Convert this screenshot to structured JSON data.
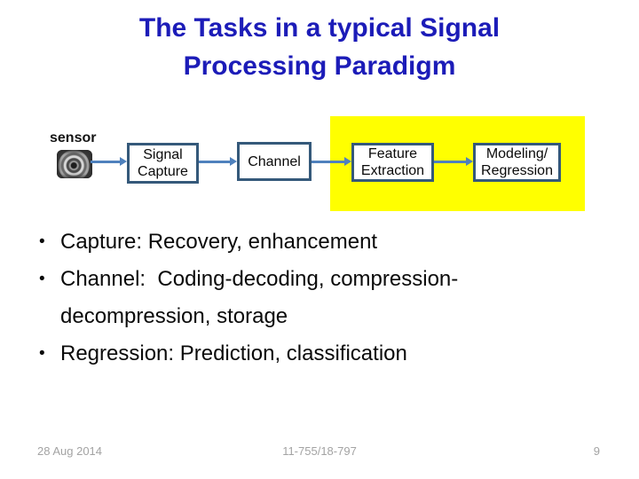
{
  "title": {
    "line1": "The Tasks in a typical Signal",
    "line2": "Processing Paradigm"
  },
  "diagram": {
    "sensor_label": "sensor",
    "nodes": {
      "signal_capture": {
        "line1": "Signal",
        "line2": "Capture"
      },
      "channel": {
        "label": "Channel"
      },
      "feature_extraction": {
        "line1": "Feature",
        "line2": "Extraction"
      },
      "modeling_regression": {
        "line1": "Modeling/",
        "line2": "Regression"
      }
    }
  },
  "bullets": [
    {
      "lines": [
        "Capture: Recovery, enhancement"
      ]
    },
    {
      "lines": [
        "Channel:  Coding-decoding, compression-",
        "decompression, storage"
      ]
    },
    {
      "lines": [
        "Regression: Prediction, classification"
      ]
    }
  ],
  "bullet_glyph": "•",
  "footer": {
    "date": "28 Aug 2014",
    "course": "11-755/18-797",
    "page": "9"
  },
  "colors": {
    "title_blue": "#1C1CB8",
    "box_border": "#35597A",
    "connector_blue": "#4F81BD",
    "highlight_yellow": "#FFFF00",
    "footer_gray": "#A3A3A3"
  }
}
